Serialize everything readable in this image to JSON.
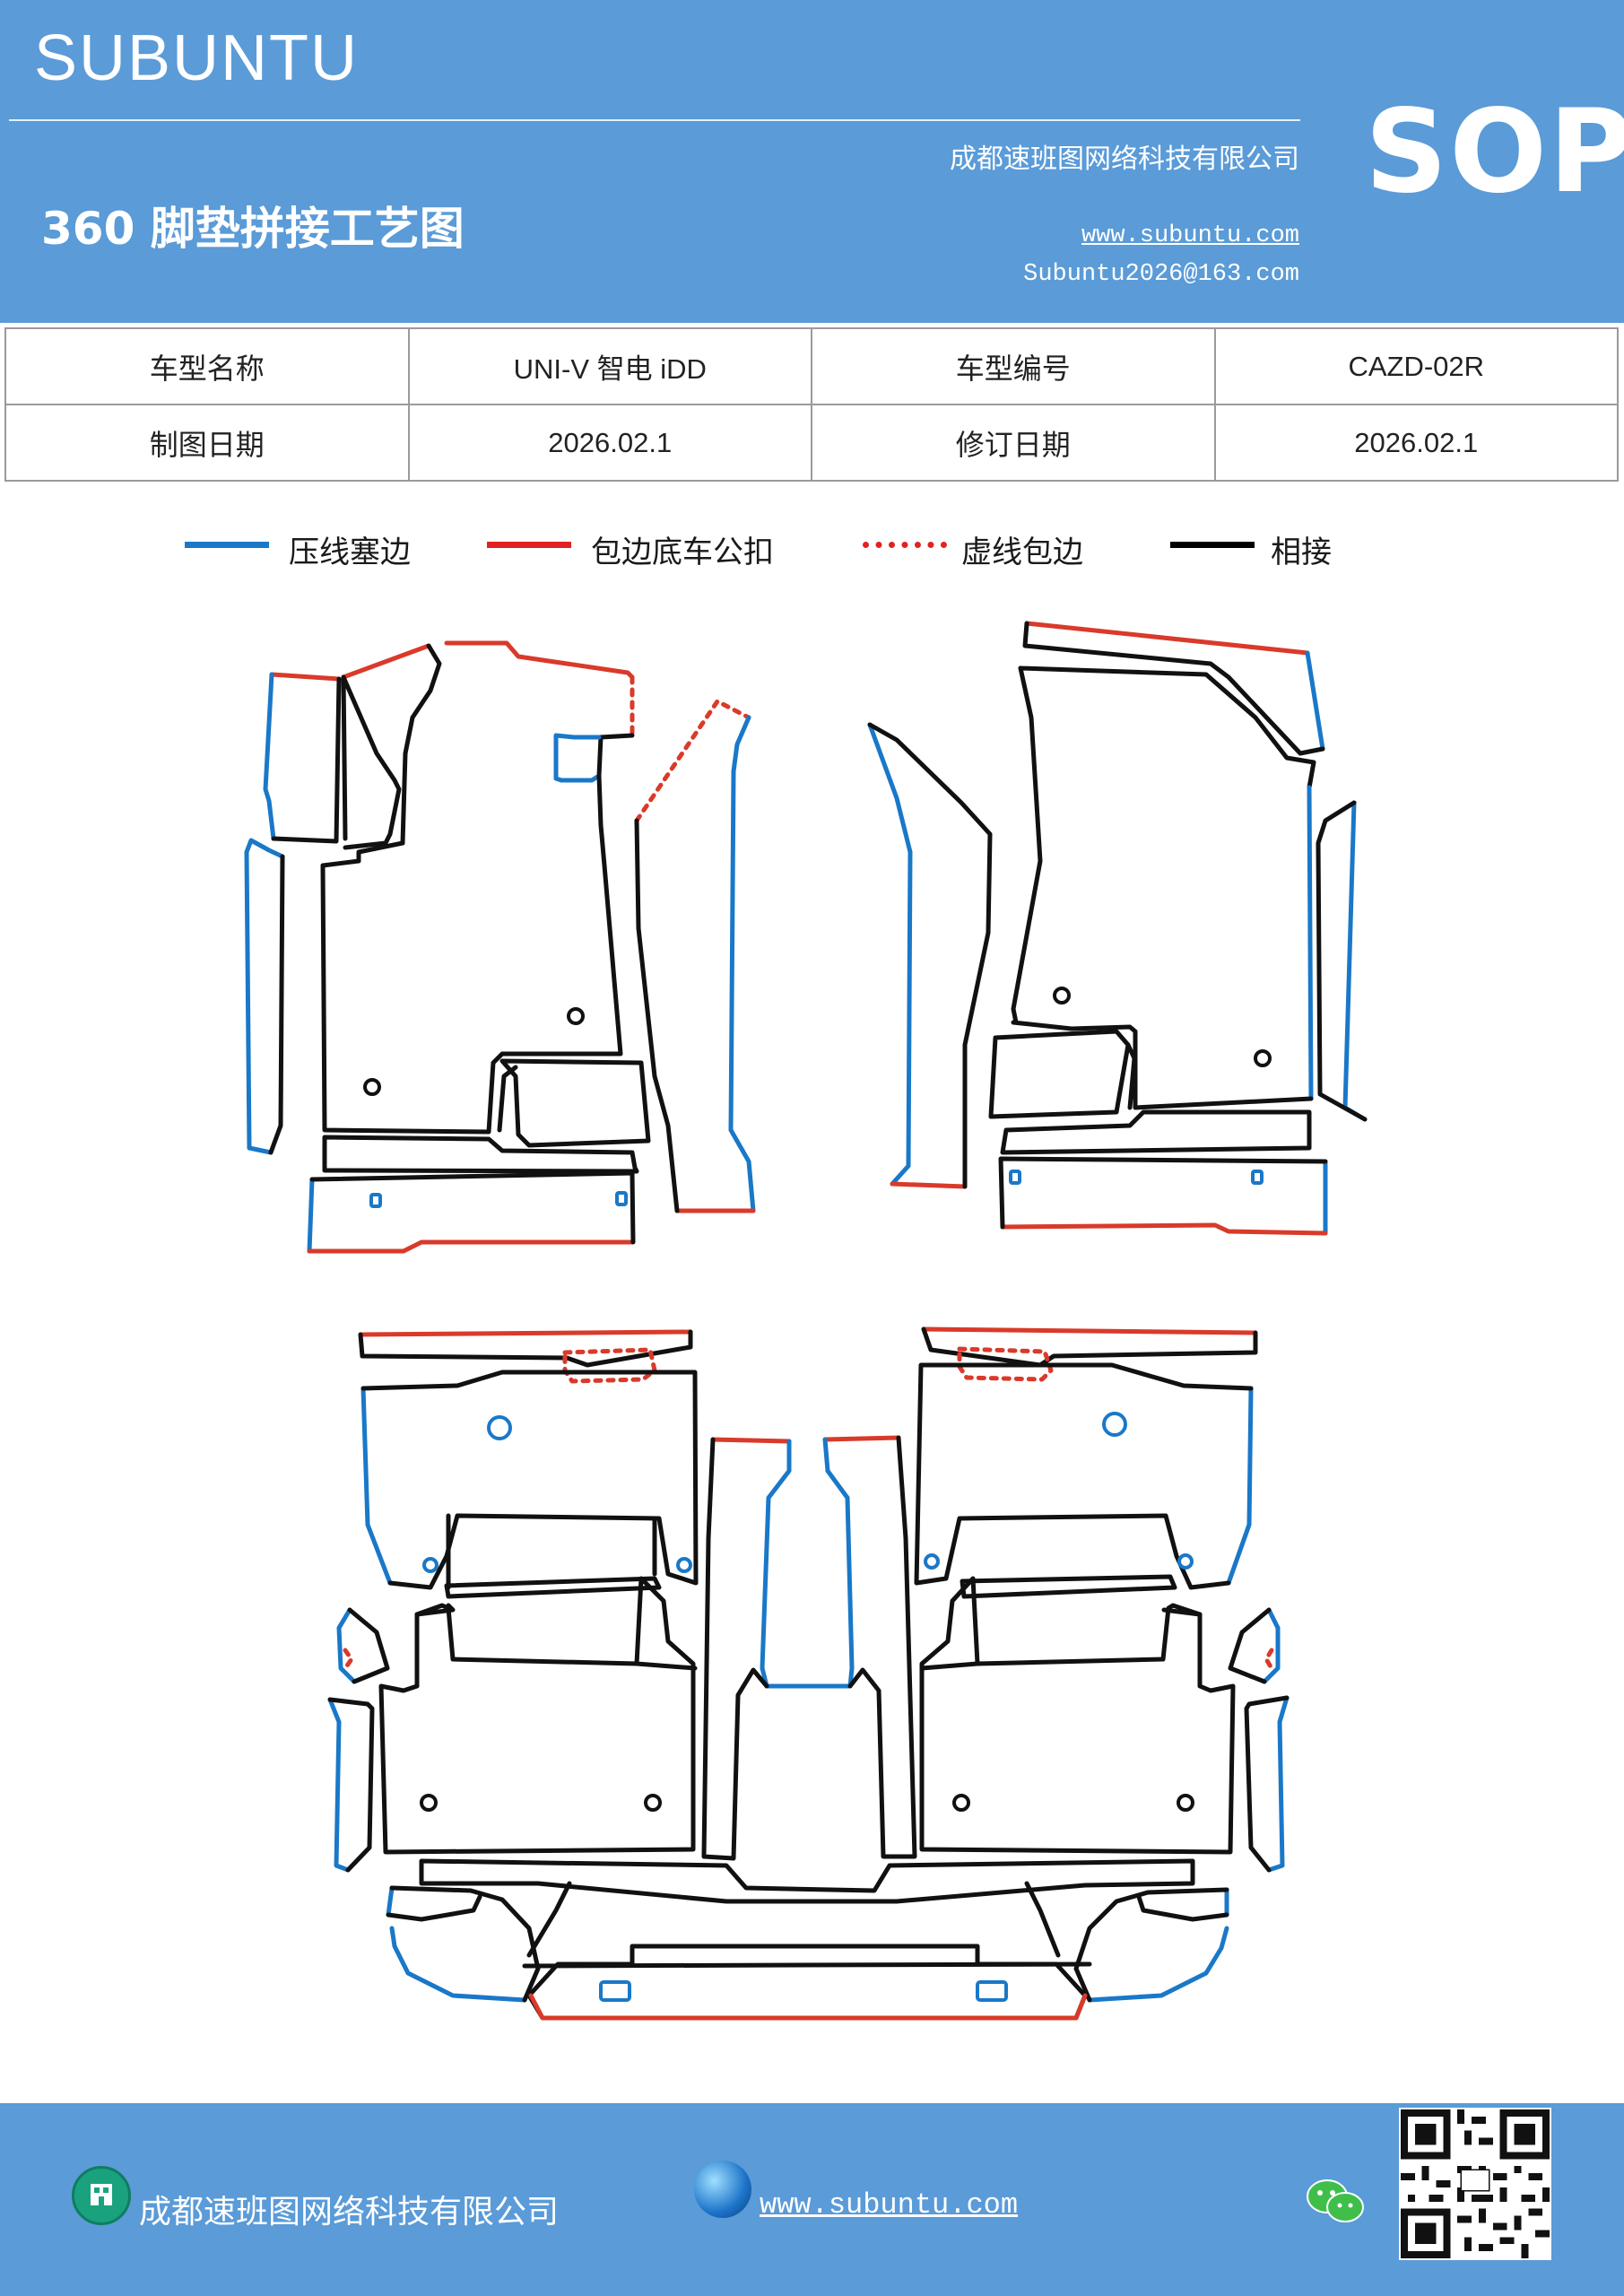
{
  "header": {
    "brand": "SUBUNTU",
    "company": "成都速班图网络科技有限公司",
    "sop": "SOP",
    "title": "360 脚垫拼接工艺图",
    "website": "www.subuntu.com",
    "email": "Subuntu2026@163.com"
  },
  "info": {
    "row1": {
      "label1": "车型名称",
      "value1": "UNI-V  智电 iDD",
      "label2": "车型编号",
      "value2": "CAZD-02R"
    },
    "row2": {
      "label1": "制图日期",
      "value1": "2026.02.1",
      "label2": "修订日期",
      "value2": "2026.02.1"
    }
  },
  "legend": [
    {
      "label": "压线塞边",
      "color": "#1a78c8",
      "style": "solid"
    },
    {
      "label": "包边底车公扣",
      "color": "#e02222",
      "style": "solid"
    },
    {
      "label": "虚线包边",
      "color": "#e02222",
      "style": "dotted"
    },
    {
      "label": "相接",
      "color": "#000000",
      "style": "solid"
    }
  ],
  "colors": {
    "blue": "#1a78c8",
    "red": "#d93a2a",
    "black": "#111111",
    "header_bg": "#5a9bd8"
  },
  "footer": {
    "company": "成都速班图网络科技有限公司",
    "website": "www.subuntu.com ",
    "icons": [
      "building-icon",
      "globe-icon",
      "wechat-icon",
      "qr-code"
    ]
  }
}
